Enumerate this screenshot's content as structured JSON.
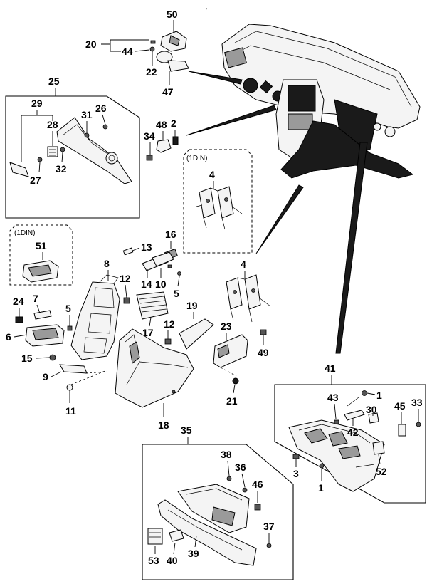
{
  "diagram": {
    "corner_mark": "'",
    "box_notes": {
      "din_a": "(1DIN)",
      "din_b": "(1DIN)"
    },
    "callouts": {
      "c50": "50",
      "c20": "20",
      "c44": "44",
      "c22": "22",
      "c47": "47",
      "c25": "25",
      "c29": "29",
      "c31": "31",
      "c26": "26",
      "c28": "28",
      "c27": "27",
      "c32": "32",
      "c34": "34",
      "c48": "48",
      "c2": "2",
      "c4a": "4",
      "c51": "51",
      "c13": "13",
      "c16": "16",
      "c8": "8",
      "c12a": "12",
      "c14": "14",
      "c10": "10",
      "c5a": "5",
      "c4b": "4",
      "c24": "24",
      "c7": "7",
      "c5b": "5",
      "c6": "6",
      "c19": "19",
      "c17": "17",
      "c12b": "12",
      "c23": "23",
      "c49": "49",
      "c15": "15",
      "c9": "9",
      "c11": "11",
      "c21": "21",
      "c18": "18",
      "c41": "41",
      "c43": "43",
      "c1a": "1",
      "c30": "30",
      "c45": "45",
      "c33": "33",
      "c42": "42",
      "c3": "3",
      "c1b": "1",
      "c52": "52",
      "c35": "35",
      "c38": "38",
      "c36": "36",
      "c46": "46",
      "c37": "37",
      "c53": "53",
      "c40": "40",
      "c39": "39"
    }
  }
}
